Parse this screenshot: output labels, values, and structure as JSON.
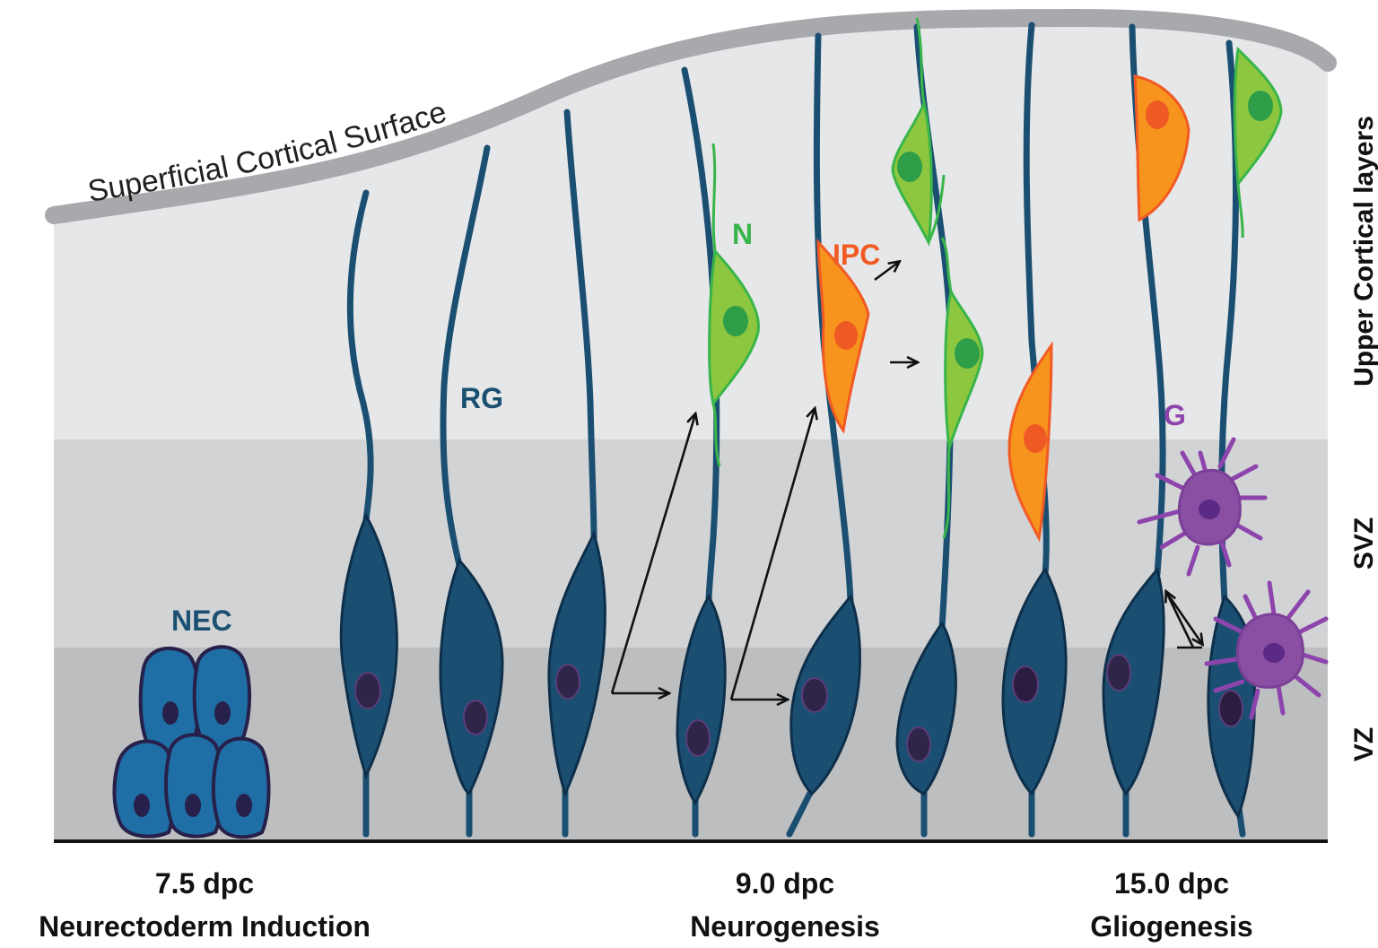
{
  "surface_label": "Superficial Cortical Surface",
  "zones": {
    "upper": "Upper Cortical layers",
    "svz": "SVZ",
    "vz": "VZ"
  },
  "cell_labels": {
    "nec": "NEC",
    "rg": "RG",
    "n": "N",
    "ipc": "IPC",
    "g": "G"
  },
  "stages": [
    {
      "time": "7.5 dpc",
      "name": "Neurectoderm Induction"
    },
    {
      "time": "9.0 dpc",
      "name": "Neurogenesis"
    },
    {
      "time": "15.0 dpc",
      "name": "Gliogenesis"
    }
  ],
  "colors": {
    "radial_glia": "#1b4f72",
    "radial_glia_outline": "#0e2f4a",
    "nec": "#1f6fa6",
    "neuron": "#7cc242",
    "neuron_nucleus": "#2e9e48",
    "ipc": "#f7941d",
    "ipc_nucleus": "#ef5a24",
    "glia": "#8a4fa3",
    "glia_nucleus": "#5b2a86",
    "label_neuron": "#39b54a",
    "label_ipc": "#f15a24",
    "label_glia": "#8e44ad",
    "label_rg": "#1b4f72",
    "surface": "#a7a9ac",
    "zone_upper": "#e6e7e8",
    "zone_svz": "#d1d3d4",
    "zone_vz": "#bcbec0"
  }
}
